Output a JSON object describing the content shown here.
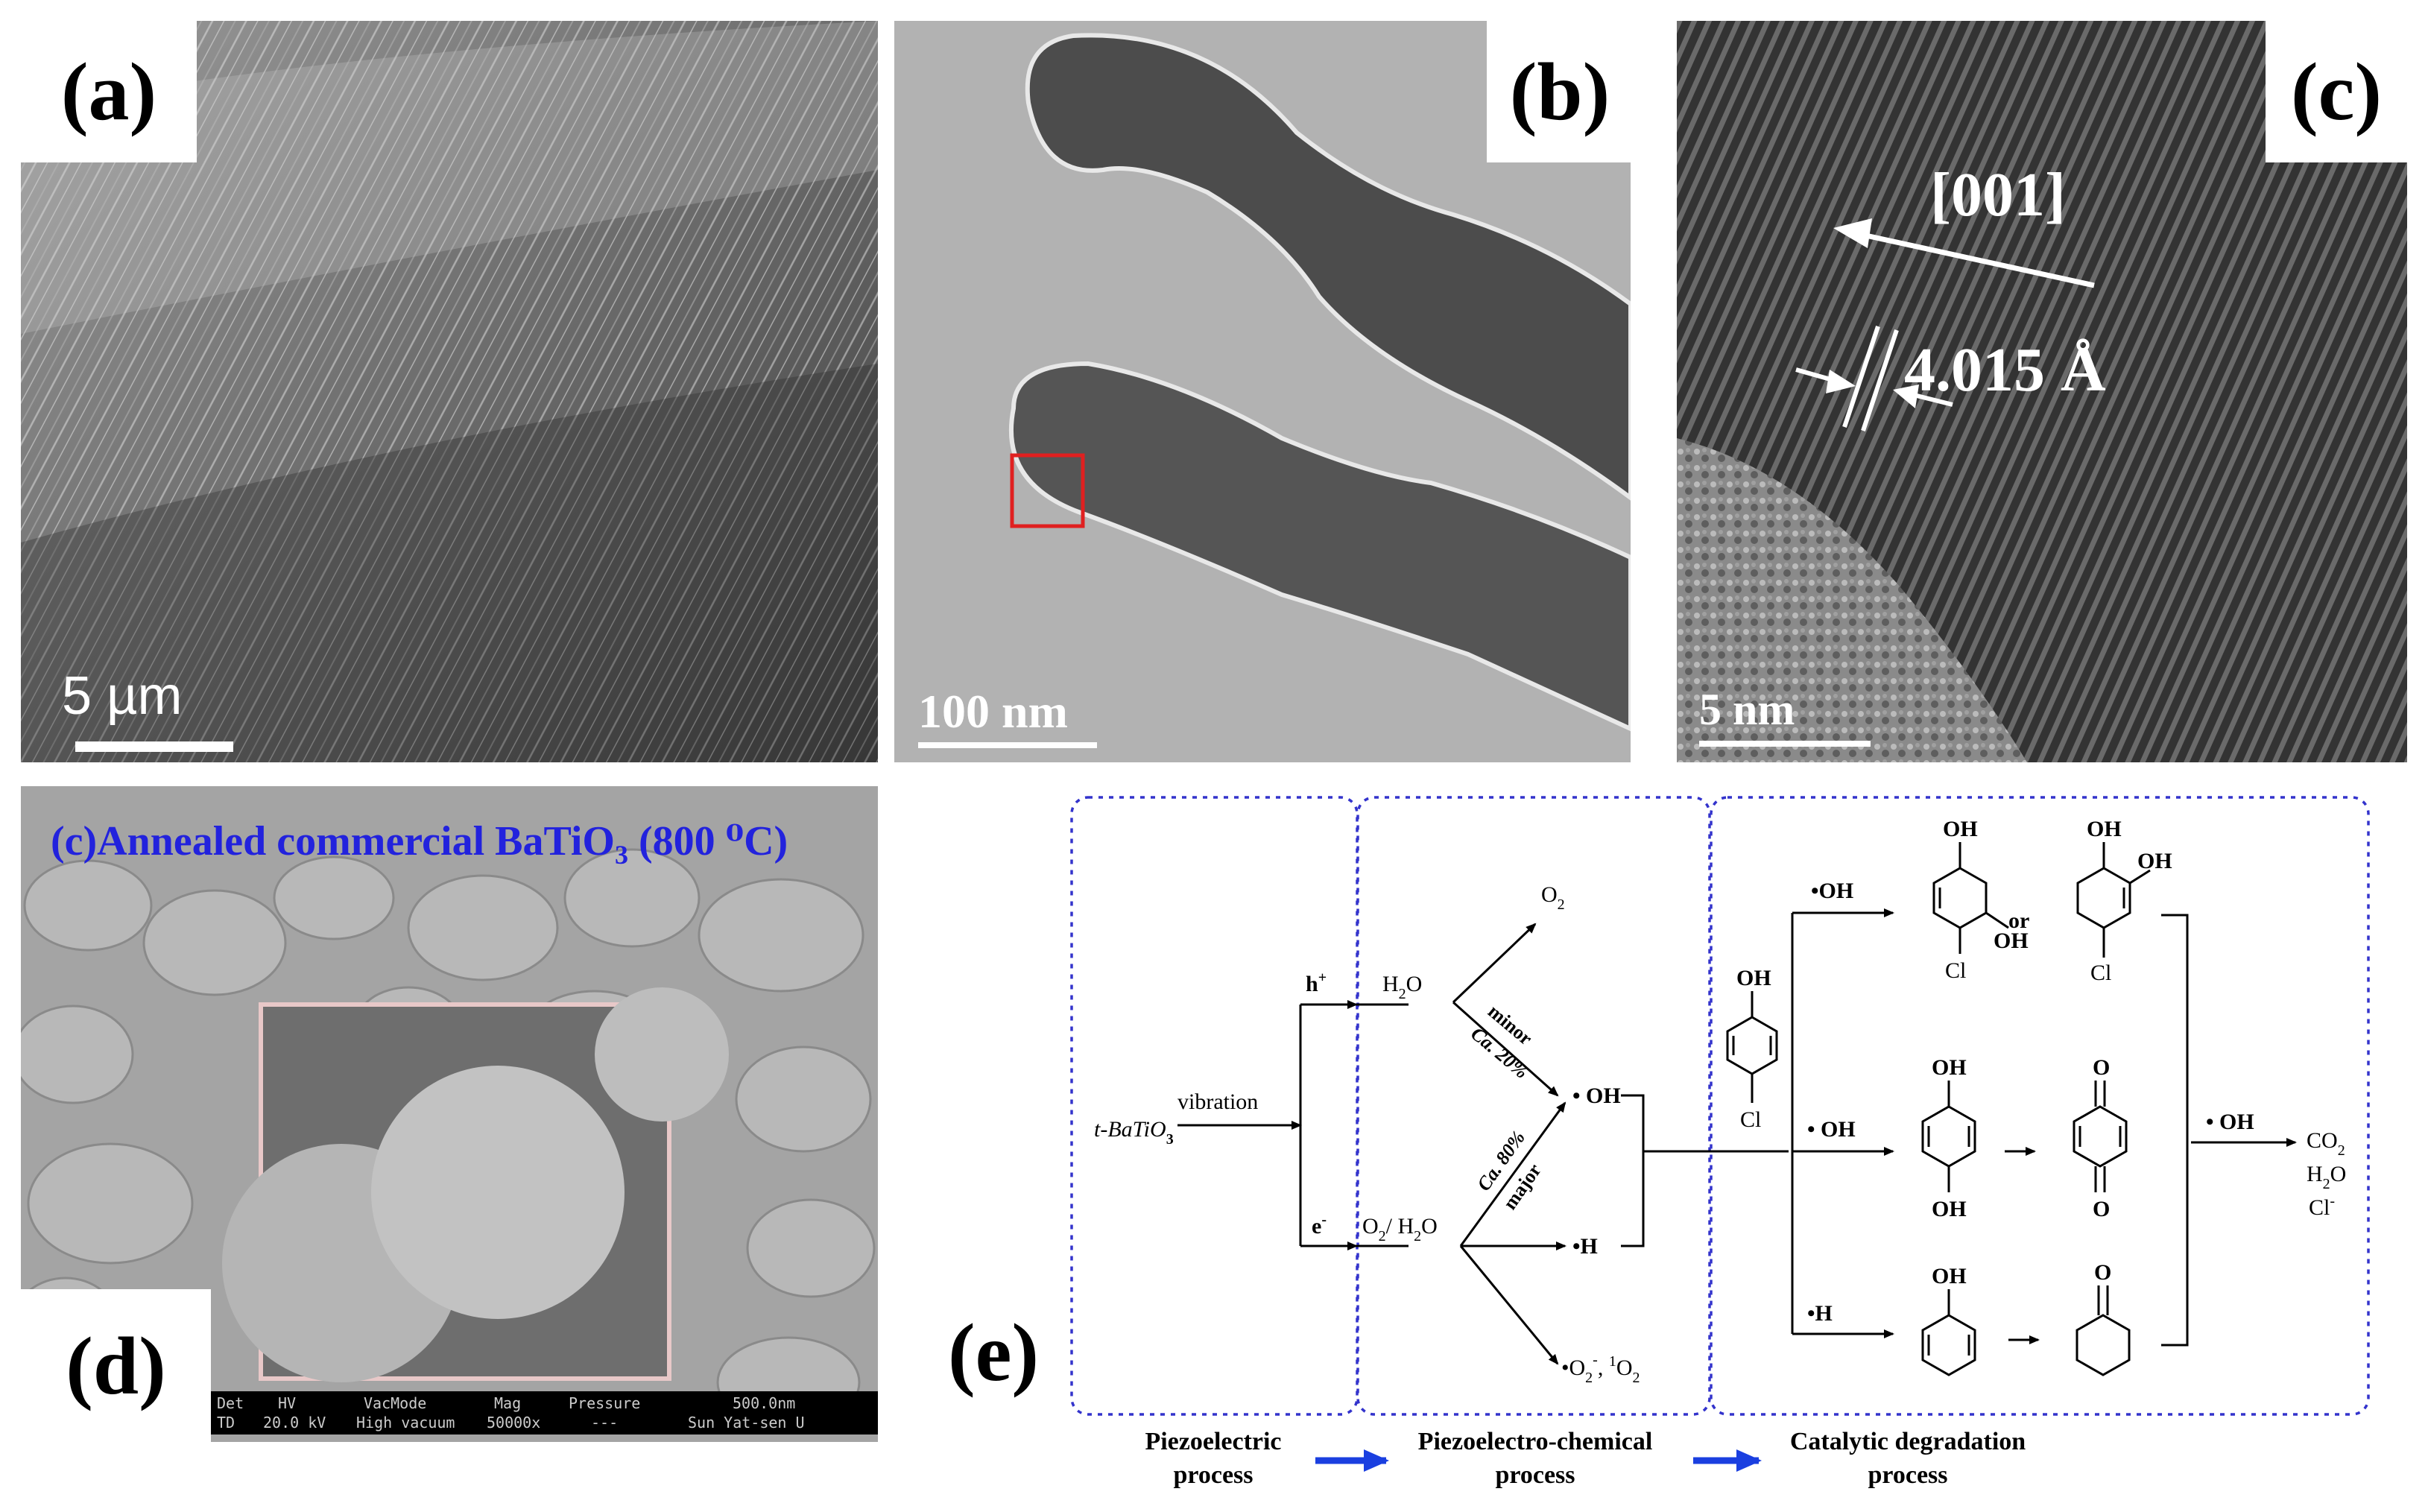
{
  "figure": {
    "panels": {
      "a": {
        "label": "(a)",
        "scale_bar": "5 µm"
      },
      "b": {
        "label": "(b)",
        "scale_bar": "100 nm"
      },
      "c": {
        "label": "(c)",
        "scale_bar": "5 nm",
        "direction": "[001]",
        "spacing": "4.015 Å"
      },
      "d": {
        "label": "(d)",
        "title_main": "(c)Annealed commercial BaTiO",
        "title_sub": "3",
        "title_tail": " (800 ⁰C)",
        "info_bar": {
          "headers": [
            "Det",
            "HV",
            "VacMode",
            "Mag",
            "Pressure",
            "500.0nm"
          ],
          "values": [
            "TD",
            "20.0 kV",
            "High vacuum",
            "50000x",
            "---",
            "Sun Yat-sen U"
          ]
        }
      },
      "e": {
        "label": "(e)",
        "start": "t-BaTiO",
        "start_sub": "3",
        "vibration": "vibration",
        "hole": "h",
        "hole_sup": "+",
        "electron": "e",
        "electron_sup": "-",
        "water": "H",
        "water_sub": "2",
        "water_tail": "O",
        "o2_water": "O",
        "o2_water_sub": "2",
        "o2_water_tail": "/ H",
        "o2_water_sub2": "2",
        "o2_water_tail2": "O",
        "o2_product": "O",
        "o2_product_sub": "2",
        "minor": "minor",
        "ca20": "Ca. 20%",
        "major": "major",
        "ca80": "Ca. 80%",
        "oh_radical": "• OH",
        "h_radical": "•H",
        "superoxide": "•O",
        "superoxide_sub": "2",
        "superoxide_sup": "-",
        "singlet": ", ",
        "singlet_sup": "1",
        "singlet_tail": "O",
        "singlet_sub": "2",
        "oh_label": "OH",
        "cl_label": "Cl",
        "o_label": "O",
        "or": "or",
        "branch_oh_top": "•OH",
        "branch_oh_mid": "• OH",
        "branch_h": "•H",
        "final_oh": "• OH",
        "products": [
          "CO",
          "H",
          "Cl"
        ],
        "co2_sub": "2",
        "h2o_sub": "2",
        "h2o_tail": "O",
        "cl_sup": "-",
        "stages": [
          "Piezoelectric",
          "process",
          "Piezoelectro-chemical",
          "process",
          "Catalytic degradation",
          "process"
        ]
      }
    },
    "colors": {
      "dashed_box": "#3333cc",
      "stage_arrow": "#1a3fe0",
      "roi_box": "#e02020",
      "inset_border": "#e8c8c8",
      "sem_title": "#2222dd"
    }
  }
}
